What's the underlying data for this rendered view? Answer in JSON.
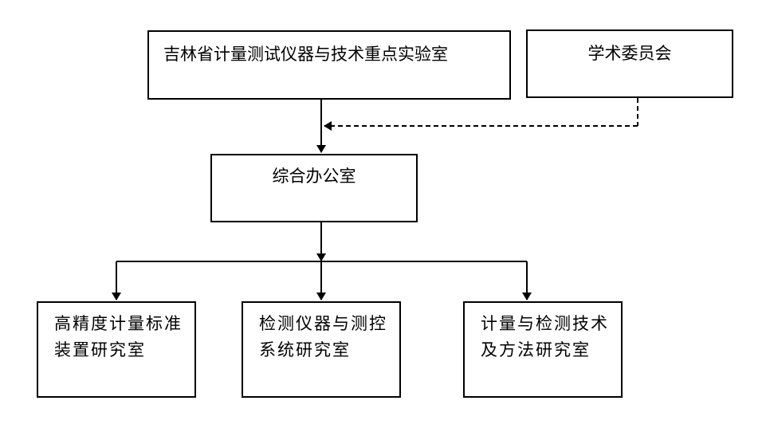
{
  "diagram": {
    "nodes": {
      "lab": {
        "label": "吉林省计量测试仪器与技术重点实验室"
      },
      "committee": {
        "label": "学术委员会"
      },
      "office": {
        "label": "综合办公室"
      },
      "lab1": {
        "label": "高精度计量标准装置研究室"
      },
      "lab2": {
        "label": "检测仪器与测控系统研究室"
      },
      "lab3": {
        "label": "计量与检测技术及方法研究室"
      }
    },
    "edges": [
      {
        "from": "lab",
        "to": "office",
        "style": "solid"
      },
      {
        "from": "committee",
        "to": "lab-office-link",
        "style": "dashed"
      },
      {
        "from": "office",
        "to": "lab1",
        "style": "solid"
      },
      {
        "from": "office",
        "to": "lab2",
        "style": "solid"
      },
      {
        "from": "office",
        "to": "lab3",
        "style": "solid"
      }
    ]
  }
}
